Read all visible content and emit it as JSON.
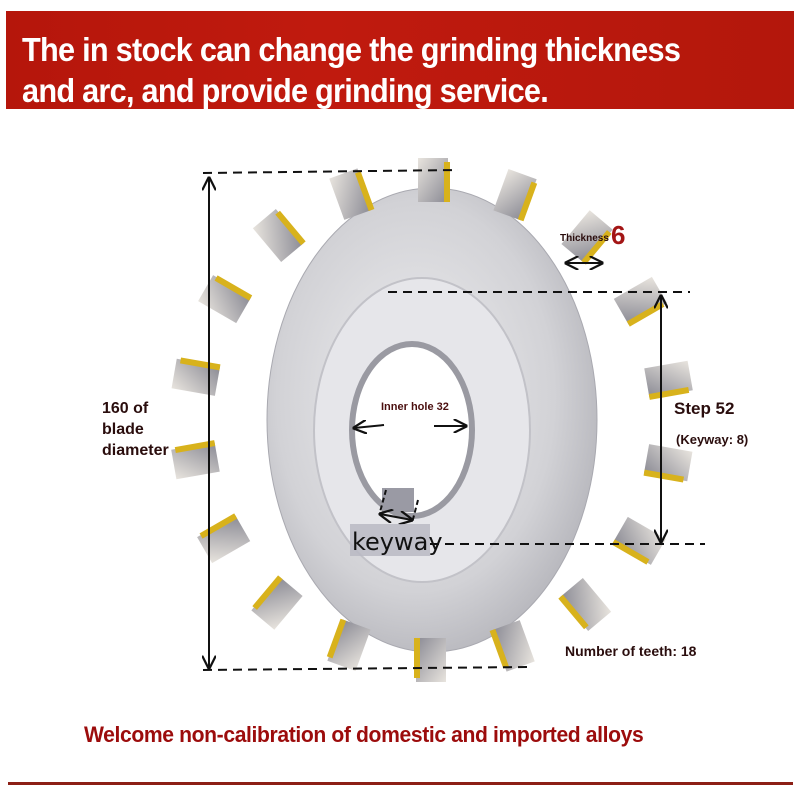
{
  "banner": {
    "line1": "The in stock can change the grinding thickness",
    "line2": "and arc, and provide grinding service.",
    "background_color": "#bb180c",
    "text_color": "#ffffff"
  },
  "diagram": {
    "subject": "carbide-tipped side milling cutter / saw blade",
    "diameter_label": [
      "160 of",
      "blade",
      "diameter"
    ],
    "thickness_label": "Thickness",
    "thickness_value": "6",
    "inner_hole_label": "Inner hole 32",
    "step_label": "Step 52",
    "keyway_note": "(Keyway: 8)",
    "keyway_label": "keyway",
    "teeth_label": "Number of teeth: 18",
    "accent_color": "#a31515",
    "tooth_tip_color": "#d8b21c",
    "body_color": "#d4d4d8"
  },
  "footer": {
    "text": "Welcome non-calibration of domestic and imported alloys",
    "text_color": "#9c0c0c",
    "rule_color": "#8c1f16"
  }
}
